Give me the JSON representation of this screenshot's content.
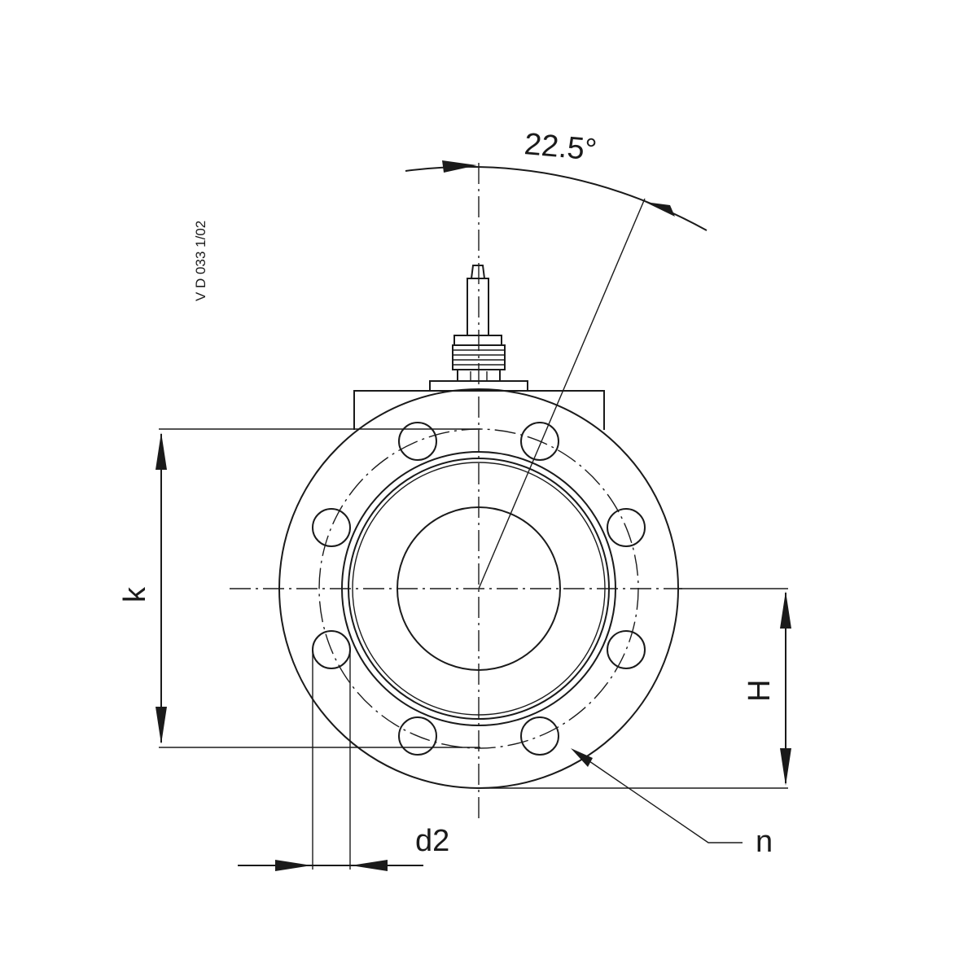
{
  "drawing_id": "V D 033 1/02",
  "labels": {
    "angle": "22.5°",
    "k": "k",
    "H": "H",
    "d2": "d2",
    "n": "n"
  },
  "colors": {
    "line": "#1a1a1a",
    "background": "#ffffff"
  }
}
